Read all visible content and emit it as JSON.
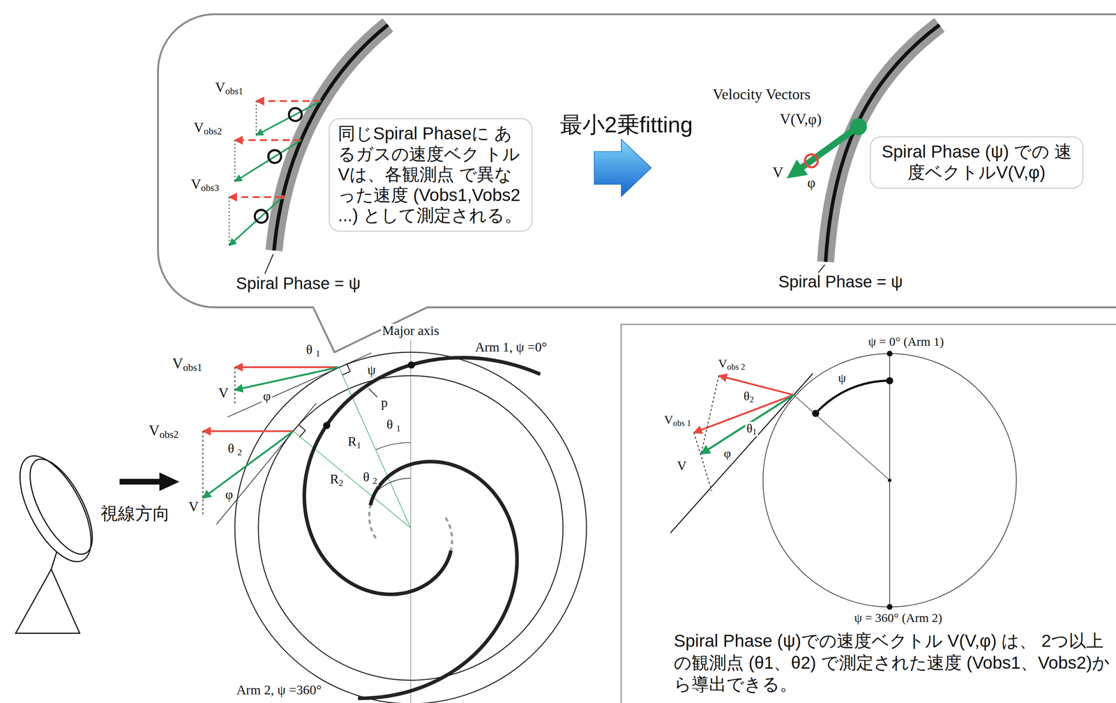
{
  "diagram": {
    "nodes": [
      {
        "text": [
          "同じSpiral Phaseに あるガスの速度ベク トルVは、各観測点 で異なった速度 (Vobs1,Vobs2 ...) として測定される。"
        ]
      },
      {
        "text": [
          "Spiral Phase (ψ) での 速度ベクトルV(V,φ)"
        ]
      },
      {
        "text": [
          "Spiral Phase (ψ)での速度ベクトル V(V,φ) は、 2つ以上の観測点 (θ1、θ2) で測定された速度 (Vobs1、Vobs2)から導出できる。"
        ]
      }
    ],
    "labels": [
      "Vobs1",
      "Vobs2",
      "Vobs3",
      "Spiral Phase = ψ",
      "最小2乗fitting",
      "Velocity Vectors",
      "V(V,φ)",
      "V",
      "φ",
      "Spiral Phase = ψ",
      "Major axis",
      "Arm 1, ψ =0°",
      "Vobs1",
      "V",
      "θ 1",
      "φ",
      "ψ",
      "p",
      "R1",
      "θ 1",
      "Vobs2",
      "θ 2",
      "V",
      "φ",
      "R2",
      "θ 2",
      "視線方向",
      "Arm 2, ψ =360°",
      "ψ = 0° (Arm 1)",
      "Vobs 2",
      "Vobs 1",
      "θ2",
      "θ1",
      "V",
      "φ",
      "ψ",
      "ψ = 360° (Arm 2)"
    ]
  }
}
